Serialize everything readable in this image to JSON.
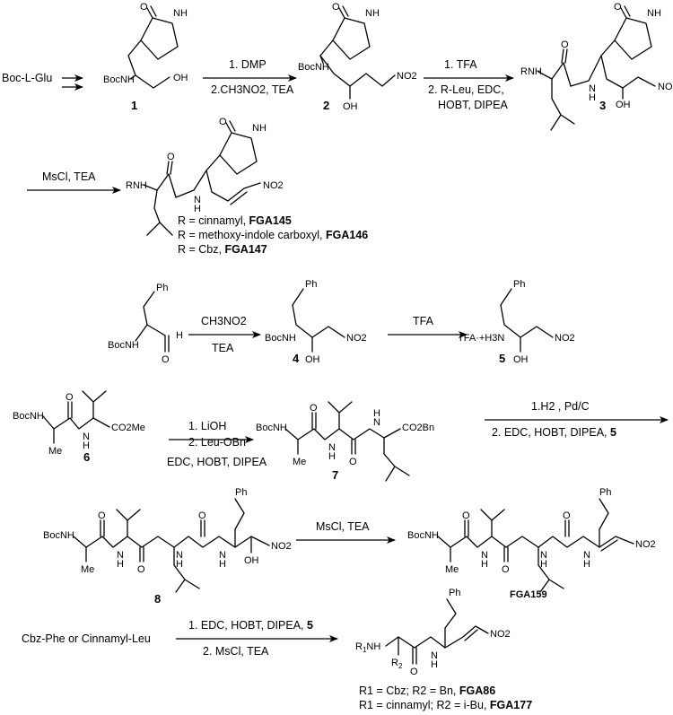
{
  "scheme1": {
    "start": "Boc-L-Glu",
    "cmpd1": "1",
    "cmpd2": "2",
    "cmpd3": "3",
    "step1": [
      "1. DMP",
      "2.CH3NO2, TEA"
    ],
    "step2": [
      "1. TFA",
      "2. R-Leu, EDC,",
      "HOBT, DIPEA"
    ],
    "step3": "MsCl, TEA",
    "r_lines": [
      {
        "prefix": "R = cinnamyl, ",
        "name": "FGA145"
      },
      {
        "prefix": "R = methoxy-indole carboxyl, ",
        "name": "FGA146"
      },
      {
        "prefix": "R = Cbz, ",
        "name": "FGA147"
      }
    ]
  },
  "scheme2": {
    "step_a": [
      "CH3NO2",
      "TEA"
    ],
    "step_b": "TFA",
    "cmpd4": "4",
    "cmpd5": "5"
  },
  "scheme3": {
    "cmpd6": "6",
    "cmpd7": "7",
    "cmpd8": "8",
    "step_c": [
      "1. LiOH",
      "2. Leu-OBn",
      "EDC, HOBT, DIPEA"
    ],
    "step_d": [
      "1.H2 , Pd/C",
      "2. EDC, HOBT, DIPEA, "
    ],
    "step_d_ref": "5",
    "step_e": "MsCl, TEA",
    "product": "FGA159"
  },
  "scheme4": {
    "start": "Cbz-Phe or Cinnamyl-Leu",
    "step_f": [
      "1.  EDC, HOBT, DIPEA, ",
      "2. MsCl, TEA"
    ],
    "step_f_ref": "5",
    "r_lines": [
      {
        "text": "R1 = Cbz; R2 = Bn, ",
        "name": "FGA86"
      },
      {
        "text": "R1 = cinnamyl; R2 = i-Bu, ",
        "name": "FGA177"
      }
    ]
  },
  "labels": {
    "boc_nh": "BocNH",
    "oh": "OH",
    "o": "O",
    "nh": "NH",
    "n": "N",
    "h": "H",
    "no2": "NO2",
    "rnh": "RNH",
    "ph": "Ph",
    "me": "Me",
    "co2me": "CO2Me",
    "co2bn": "CO2Bn",
    "tfa_salt": "TFA·+H3N",
    "r1nh": "R1NH",
    "r2": "R2"
  }
}
